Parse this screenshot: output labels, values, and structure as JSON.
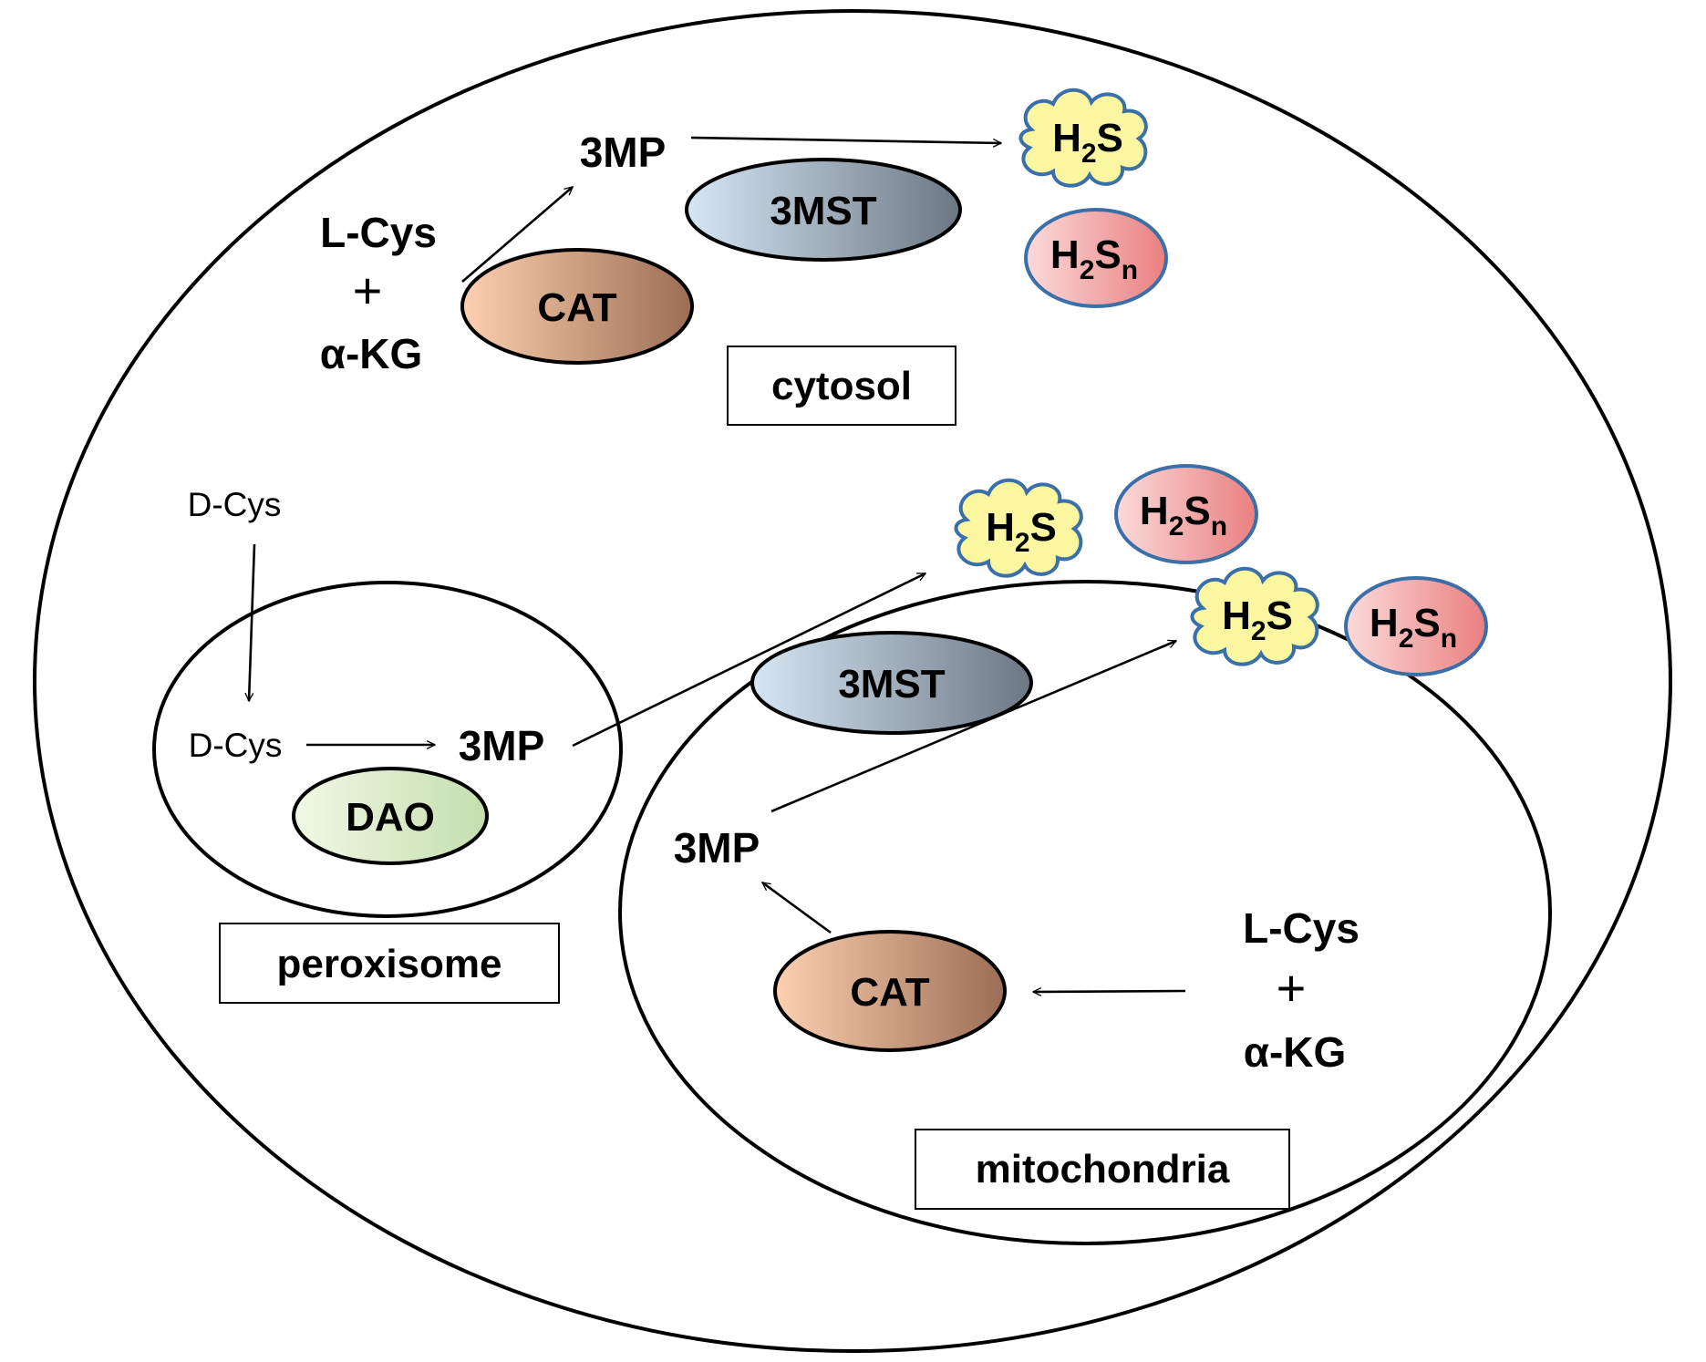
{
  "colors": {
    "cat_light": "#fcd0b0",
    "cat_dark": "#9c6d55",
    "mst_light": "#d7e6f4",
    "mst_dark": "#6c7783",
    "dao_light": "#f2f8e6",
    "dao_dark": "#c4deae",
    "h2s_fill": "#fbf7a0",
    "h2sn_light": "#fbdada",
    "h2sn_dark": "#ea7f80",
    "outline_blue": "#3b6fa8"
  },
  "compartments": {
    "cytosol": "cytosol",
    "peroxisome": "peroxisome",
    "mitochondria": "mitochondria"
  },
  "cytosol": {
    "substrate_1": "L-Cys",
    "plus": "+",
    "substrate_2": "α-KG",
    "enzyme_cat": "CAT",
    "intermediate": "3MP",
    "enzyme_mst": "3MST",
    "product_h2s": {
      "base": "H",
      "sub": "2",
      "tail": "S"
    },
    "product_h2sn": {
      "base": "H",
      "sub": "2",
      "mid": "S",
      "sub2": "n"
    }
  },
  "peroxisome": {
    "outside_substrate": "D-Cys",
    "substrate": "D-Cys",
    "intermediate": "3MP",
    "enzyme_dao": "DAO"
  },
  "mitochondria": {
    "enzyme_mst": "3MST",
    "intermediate": "3MP",
    "enzyme_cat": "CAT",
    "substrate_1": "L-Cys",
    "plus": "+",
    "substrate_2": "α-KG",
    "product_h2s_a": {
      "base": "H",
      "sub": "2",
      "tail": "S"
    },
    "product_h2sn_a": {
      "base": "H",
      "sub": "2",
      "mid": "S",
      "sub2": "n"
    },
    "product_h2s_b": {
      "base": "H",
      "sub": "2",
      "tail": "S"
    },
    "product_h2sn_b": {
      "base": "H",
      "sub": "2",
      "mid": "S",
      "sub2": "n"
    }
  }
}
